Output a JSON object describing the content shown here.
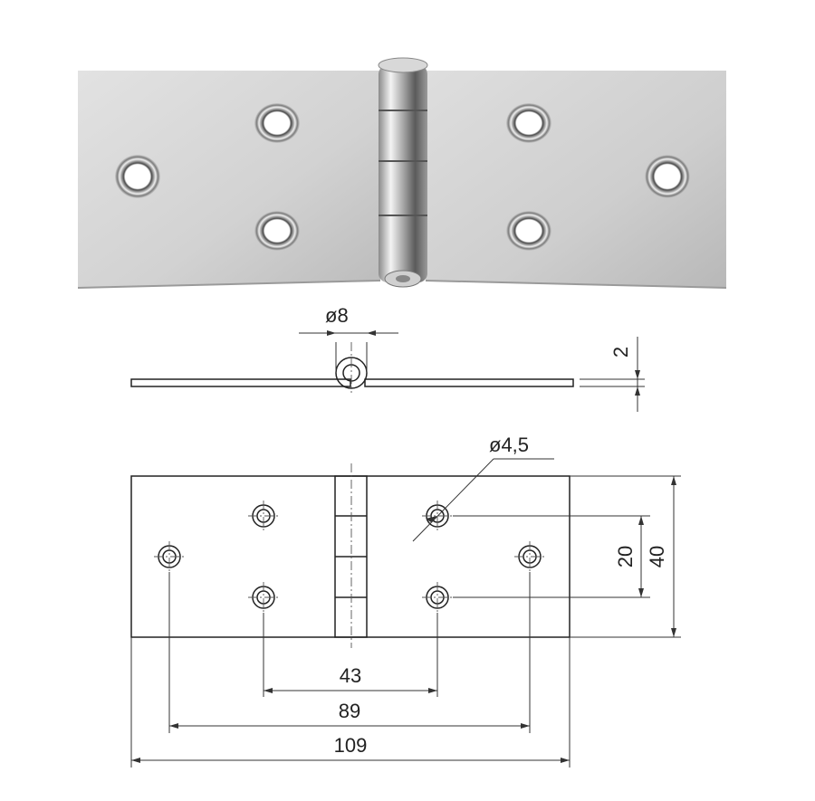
{
  "dimensions": {
    "pin_diameter": "ø8",
    "thickness": "2",
    "hole_diameter": "ø4,5",
    "inner_hole_spacing": "20",
    "width": "40",
    "inner_spacing": "43",
    "outer_hole_spacing": "89",
    "overall_length": "109"
  },
  "colors": {
    "plate_light": "#e4e4e4",
    "plate_dark": "#bdbdbd",
    "line": "#222222",
    "text": "#222222"
  }
}
